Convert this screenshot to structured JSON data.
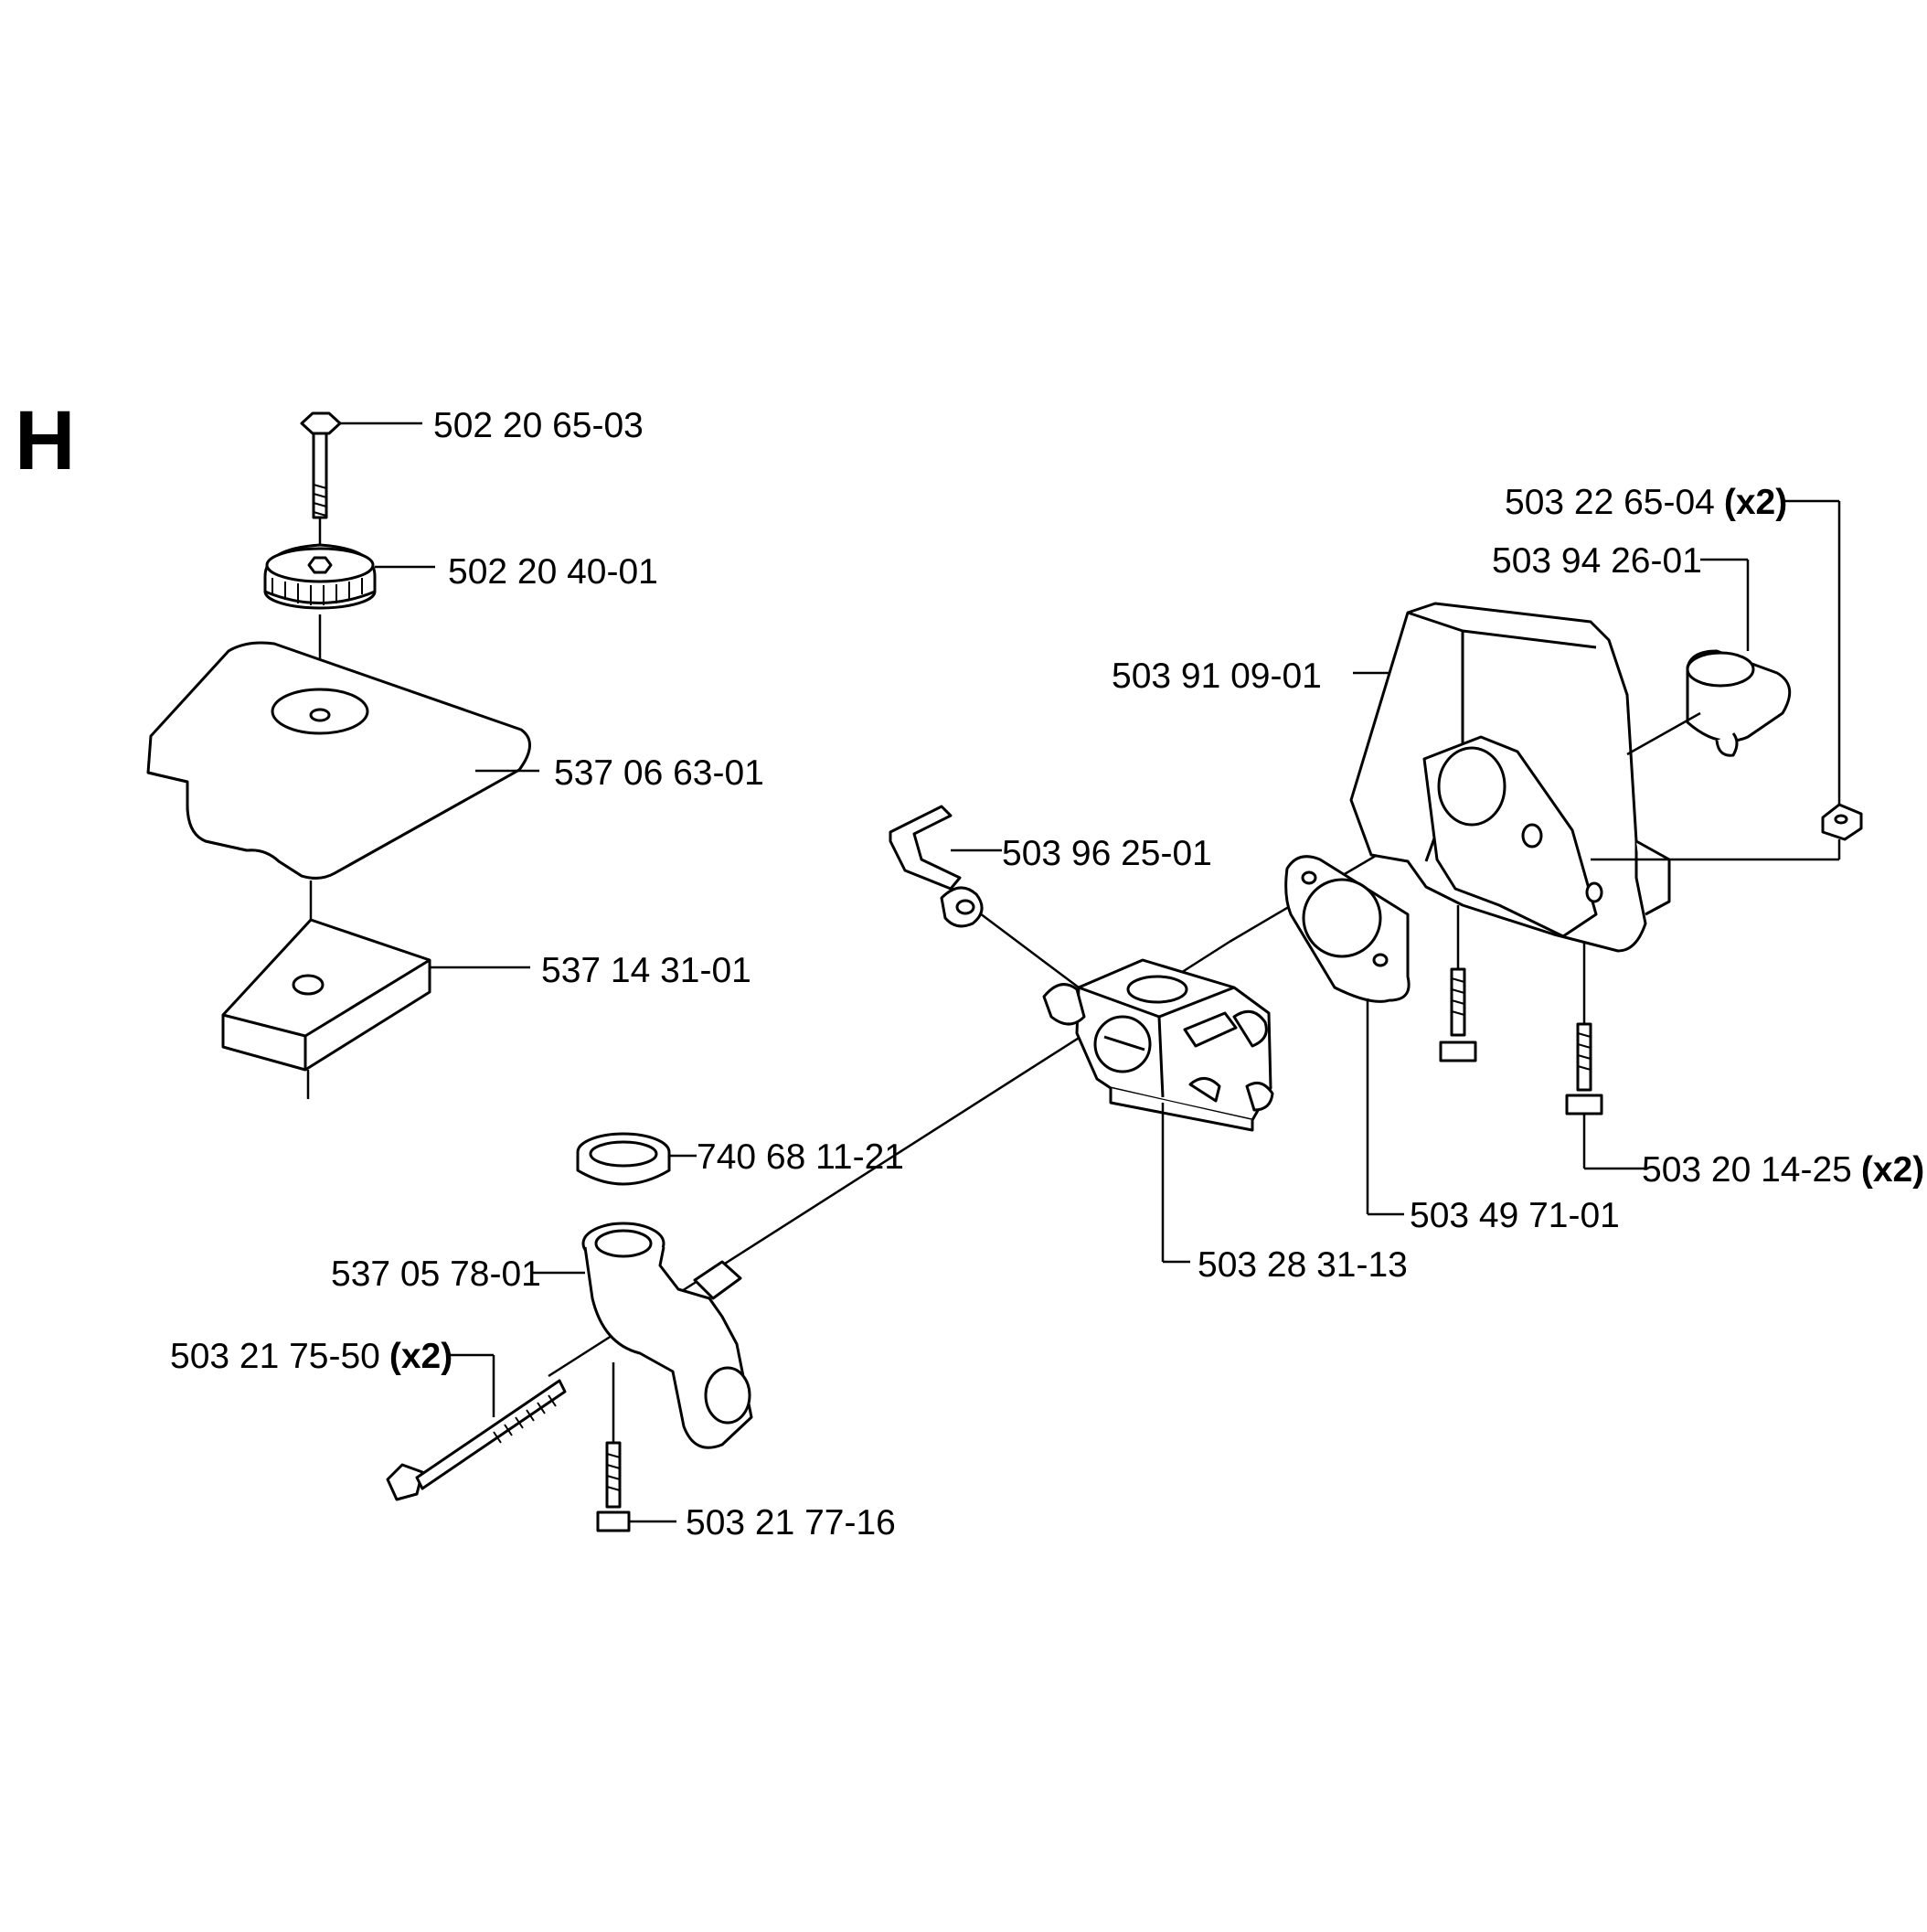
{
  "section": "H",
  "parts": [
    {
      "number": "502 20 65-03",
      "qty": ""
    },
    {
      "number": "502 20 40-01",
      "qty": ""
    },
    {
      "number": "537 06 63-01",
      "qty": ""
    },
    {
      "number": "537 14 31-01",
      "qty": ""
    },
    {
      "number": "503 22 65-04",
      "qty": "(x2)"
    },
    {
      "number": "503 94 26-01",
      "qty": ""
    },
    {
      "number": "503 91 09-01",
      "qty": ""
    },
    {
      "number": "503 96 25-01",
      "qty": ""
    },
    {
      "number": "740 68 11-21",
      "qty": ""
    },
    {
      "number": "537 05 78-01",
      "qty": ""
    },
    {
      "number": "503 21 75-50",
      "qty": "(x2)"
    },
    {
      "number": "503 21 77-16",
      "qty": ""
    },
    {
      "number": "503 28 31-13",
      "qty": ""
    },
    {
      "number": "503 49 71-01",
      "qty": ""
    },
    {
      "number": "503 20 14-25",
      "qty": "(x2)"
    }
  ]
}
